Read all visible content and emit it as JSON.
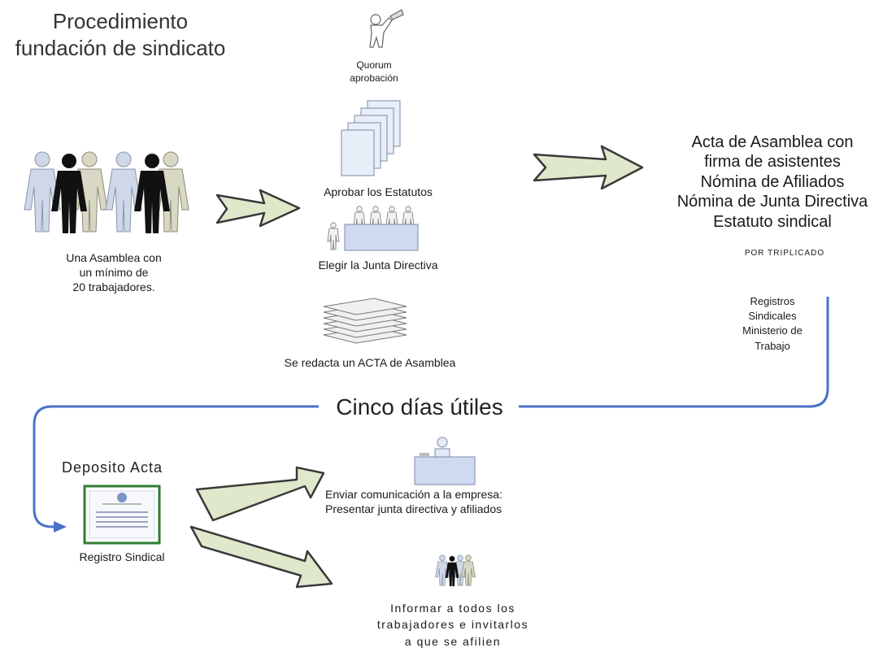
{
  "title_line1": "Procedimiento",
  "title_line2": "fundación de sindicato",
  "assembly": {
    "line1": "Una Asamblea con",
    "line2": "un mínimo de",
    "line3": "20 trabajadores."
  },
  "steps": {
    "quorum_line1": "Quorum",
    "quorum_line2": "aprobación",
    "approve": "Aprobar los Estatutos",
    "elect": "Elegir la Junta Directiva",
    "draft": "Se redacta un ACTA de Asamblea"
  },
  "documents": {
    "items": [
      "Acta de Asamblea con",
      "firma de asistentes",
      "Nómina de Afiliados",
      "Nómina de Junta Directiva",
      "Estatuto sindical"
    ],
    "note": "POR TRIPLICADO"
  },
  "registry": {
    "line1": "Registros",
    "line2": "Sindicales",
    "line3": "Ministerio de",
    "line4": "Trabajo"
  },
  "deadline": "Cinco días útiles",
  "deposit": {
    "title": "Deposito Acta",
    "label": "Registro Sindical"
  },
  "notify_company": {
    "line1": "Enviar comunicación a la empresa:",
    "line2": "Presentar junta directiva y afiliados"
  },
  "inform_workers": {
    "line1": "Informar a todos los",
    "line2": "trabajadores e invitarlos",
    "line3": "a que se afilien"
  },
  "colors": {
    "arrow_fill": "#e0e8cc",
    "arrow_stroke": "#3a3a3a",
    "flow_line": "#4a72c8",
    "certificate_border": "#2e7d32",
    "figure_dark": "#111111",
    "figure_light": "#cfd8e8",
    "figure_beige": "#d8d8c4"
  },
  "icons": [
    "people-group-icon",
    "speaker-icon",
    "documents-stack-icon",
    "board-meeting-icon",
    "papers-pile-icon",
    "certificate-icon",
    "desk-person-icon",
    "worker-group-icon",
    "arrow-right-icon"
  ]
}
